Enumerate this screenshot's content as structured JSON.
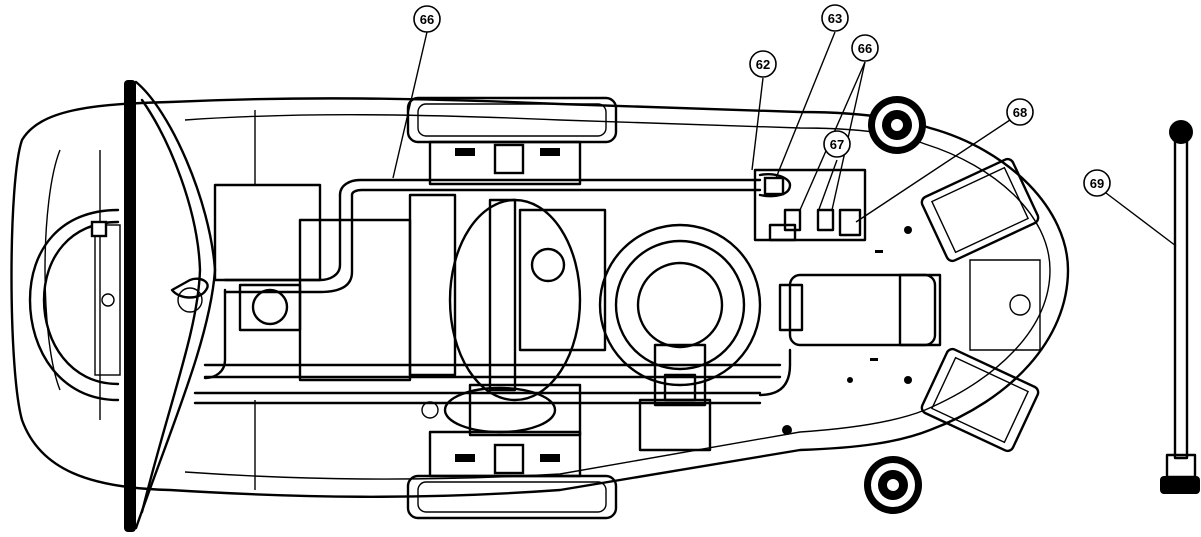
{
  "callouts": {
    "c62": "62",
    "c63": "63",
    "c66_left": "66",
    "c66_right": "66",
    "c67": "67",
    "c68": "68",
    "c69": "69"
  }
}
